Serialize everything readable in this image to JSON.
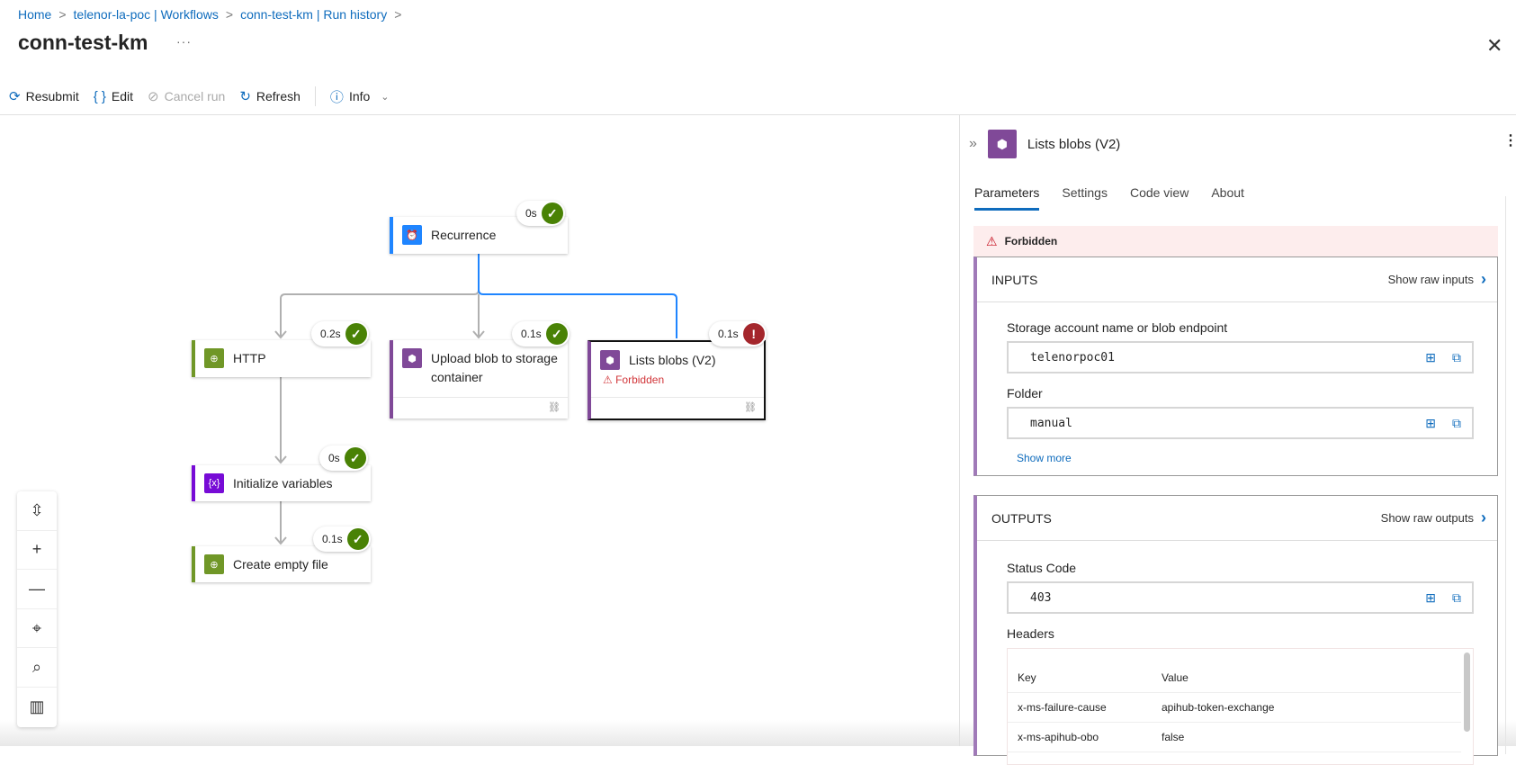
{
  "breadcrumb": [
    "Home",
    "telenor-la-poc | Workflows",
    "conn-test-km | Run history"
  ],
  "title": "conn-test-km",
  "more": "···",
  "close": "✕",
  "toolbar": {
    "resubmit": "Resubmit",
    "edit": "Edit",
    "cancel": "Cancel run",
    "refresh": "Refresh",
    "info": "Info"
  },
  "nodes": {
    "recurrence": {
      "label": "Recurrence",
      "duration": "0s",
      "status": "succeeded"
    },
    "http": {
      "label": "HTTP",
      "duration": "0.2s",
      "status": "succeeded"
    },
    "upload": {
      "label": "Upload blob to storage container",
      "duration": "0.1s",
      "status": "succeeded"
    },
    "lists": {
      "label": "Lists blobs (V2)",
      "duration": "0.1s",
      "status": "failed",
      "error": "Forbidden"
    },
    "init": {
      "label": "Initialize variables",
      "duration": "0s",
      "status": "succeeded"
    },
    "create": {
      "label": "Create empty file",
      "duration": "0.1s",
      "status": "succeeded"
    }
  },
  "colors": {
    "success": "#498205",
    "error": "#a4262c",
    "trigger": "#1f85ff",
    "storage": "#804998",
    "http": "#709727",
    "variables": "#770bd6",
    "accent": "#0f6cbd"
  },
  "panel": {
    "title": "Lists blobs (V2)",
    "tabs": [
      "Parameters",
      "Settings",
      "Code view",
      "About"
    ],
    "error_banner": "Forbidden",
    "inputs": {
      "heading": "INPUTS",
      "raw": "Show raw inputs",
      "fields": [
        {
          "label": "Storage account name or blob endpoint",
          "value": "telenorpoc01"
        },
        {
          "label": "Folder",
          "value": "manual"
        }
      ],
      "show_more": "Show more"
    },
    "outputs": {
      "heading": "OUTPUTS",
      "raw": "Show raw outputs",
      "status_label": "Status Code",
      "status_value": "403",
      "headers_label": "Headers",
      "columns": [
        "Key",
        "Value"
      ],
      "rows": [
        [
          "x-ms-failure-cause",
          "apihub-token-exchange"
        ],
        [
          "x-ms-apihub-obo",
          "false"
        ]
      ]
    }
  }
}
